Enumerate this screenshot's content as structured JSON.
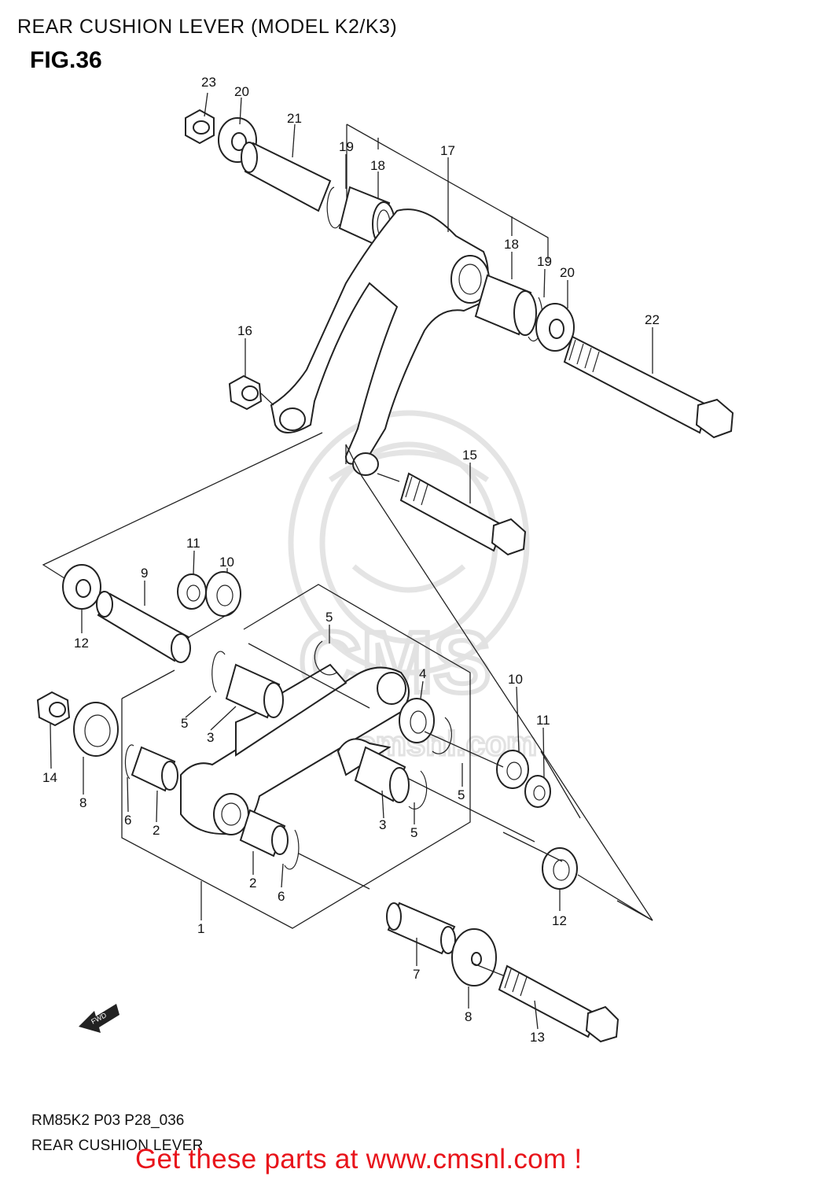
{
  "header": {
    "title": "REAR CUSHION LEVER (MODEL K2/K3)",
    "figure": "FIG.36"
  },
  "watermark": {
    "text": "CMS",
    "url_text": "www.cmsnl.com"
  },
  "callouts": [
    {
      "id": "c23a",
      "label": "23"
    },
    {
      "id": "c20a",
      "label": "20"
    },
    {
      "id": "c21",
      "label": "21"
    },
    {
      "id": "c19a",
      "label": "19"
    },
    {
      "id": "c18a",
      "label": "18"
    },
    {
      "id": "c17",
      "label": "17"
    },
    {
      "id": "c18b",
      "label": "18"
    },
    {
      "id": "c19b",
      "label": "19"
    },
    {
      "id": "c20b",
      "label": "20"
    },
    {
      "id": "c22",
      "label": "22"
    },
    {
      "id": "c16",
      "label": "16"
    },
    {
      "id": "c15",
      "label": "15"
    },
    {
      "id": "c11a",
      "label": "11"
    },
    {
      "id": "c10a",
      "label": "10"
    },
    {
      "id": "c9",
      "label": "9"
    },
    {
      "id": "c12a",
      "label": "12"
    },
    {
      "id": "c5a",
      "label": "5"
    },
    {
      "id": "c4",
      "label": "4"
    },
    {
      "id": "c10b",
      "label": "10"
    },
    {
      "id": "c11b",
      "label": "11"
    },
    {
      "id": "c5b",
      "label": "5"
    },
    {
      "id": "c3a",
      "label": "3"
    },
    {
      "id": "c14",
      "label": "14"
    },
    {
      "id": "c8a",
      "label": "8"
    },
    {
      "id": "c6a",
      "label": "6"
    },
    {
      "id": "c2a",
      "label": "2"
    },
    {
      "id": "c5c",
      "label": "5"
    },
    {
      "id": "c3b",
      "label": "3"
    },
    {
      "id": "c5d",
      "label": "5"
    },
    {
      "id": "c2b",
      "label": "2"
    },
    {
      "id": "c6b",
      "label": "6"
    },
    {
      "id": "c1",
      "label": "1"
    },
    {
      "id": "c12b",
      "label": "12"
    },
    {
      "id": "c7",
      "label": "7"
    },
    {
      "id": "c8b",
      "label": "8"
    },
    {
      "id": "c13",
      "label": "13"
    }
  ],
  "fwd_label": "FWD",
  "footer": {
    "code": "RM85K2 P03 P28_036",
    "title": "REAR CUSHION LEVER",
    "cta": "Get these parts at www.cmsnl.com !"
  }
}
